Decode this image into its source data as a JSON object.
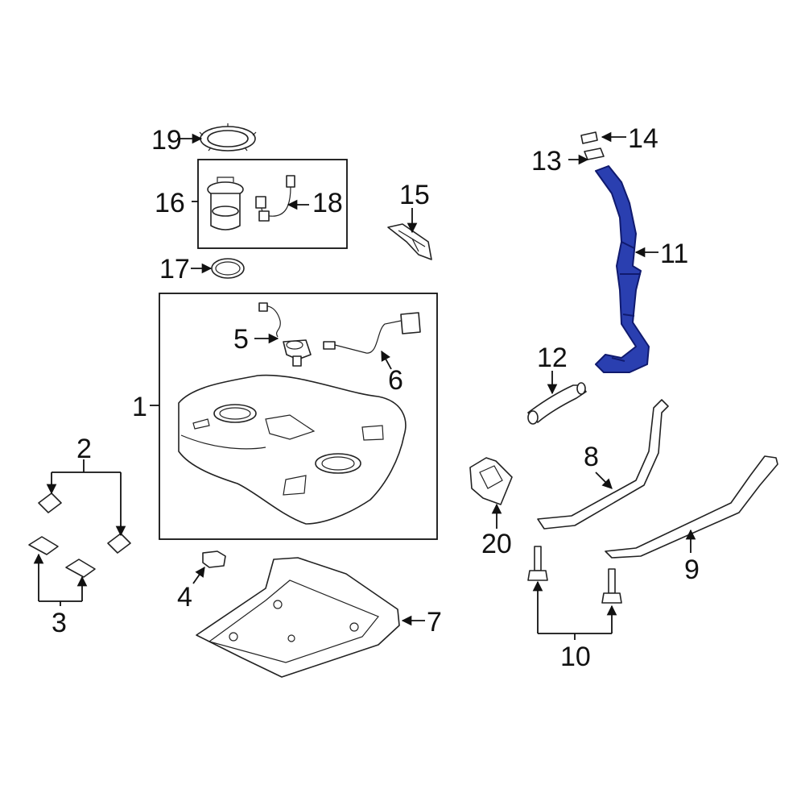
{
  "colors": {
    "highlight": "#2a3fb0",
    "highlight_dark": "#101a6e",
    "line": "#222222",
    "background": "#ffffff"
  },
  "callouts": {
    "c1": "1",
    "c2": "2",
    "c3": "3",
    "c4": "4",
    "c5": "5",
    "c6": "6",
    "c7": "7",
    "c8": "8",
    "c9": "9",
    "c10": "10",
    "c11": "11",
    "c12": "12",
    "c13": "13",
    "c14": "14",
    "c15": "15",
    "c16": "16",
    "c17": "17",
    "c18": "18",
    "c19": "19",
    "c20": "20"
  },
  "highlighted_part": "11"
}
